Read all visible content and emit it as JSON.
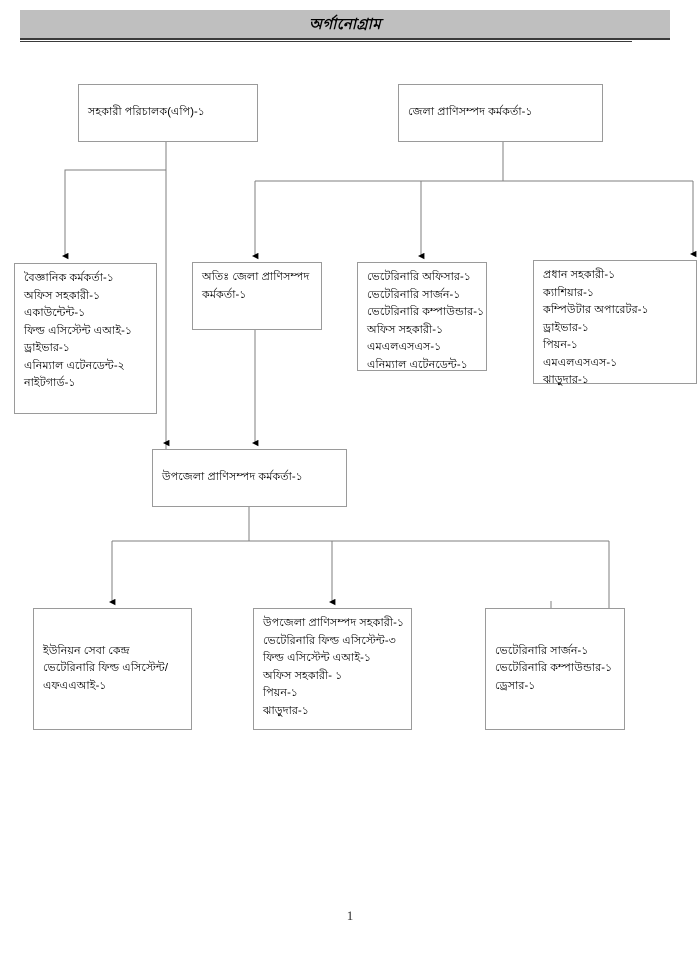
{
  "document": {
    "title": "অর্গানোগ্রাম",
    "page_number": "1"
  },
  "colors": {
    "title_bar_bg": "#bfbfbf",
    "title_bar_border": "#3a3a3a",
    "box_border": "#9a9a9a",
    "connector": "#7f7f7f",
    "arrow": "#000000",
    "text": "#000000",
    "page_bg": "#ffffff"
  },
  "chart_data": {
    "type": "diagram",
    "title": "অর্গানোগ্রাম",
    "nodes": [
      {
        "id": "assistant-director",
        "lines": [
          "সহকারী পরিচালক(এপি)-১"
        ],
        "level": 0
      },
      {
        "id": "district-officer",
        "lines": [
          "জেলা প্রাণিসম্পদ কর্মকর্তা-১"
        ],
        "level": 0
      },
      {
        "id": "scientific-staff",
        "lines": [
          "বৈজ্ঞানিক কর্মকর্তা-১",
          "অফিস সহকারী-১",
          "একাউন্টেন্ট-১",
          "ফিল্ড এসিস্টেন্ট এআই-১",
          "ড্রাইভার-১",
          "এনিম্যাল এটেনডেন্ট-২",
          "নাইটগার্ড-১"
        ],
        "level": 1
      },
      {
        "id": "addl-district",
        "lines": [
          "অতিঃ জেলা প্রাণিসম্পদ",
          "কর্মকর্তা-১"
        ],
        "level": 1
      },
      {
        "id": "veterinary-staff",
        "lines": [
          "ভেটেরিনারি অফিসার-১",
          "ভেটেরিনারি সার্জন-১",
          "ভেটেরিনারি কম্পাউন্ডার-১",
          "অফিস সহকারী-১",
          "এমএলএসএস-১",
          "এনিম্যাল এটেনডেন্ট-১"
        ],
        "level": 1
      },
      {
        "id": "admin-staff",
        "lines": [
          "প্রধান সহকারী-১",
          "ক্যাশিয়ার-১",
          "কম্পিউটার অপারেটর-১",
          "ড্রাইভার-১",
          "পিয়ন-১",
          "এমএলএসএস-১",
          "ঝাড়ুদার-১"
        ],
        "level": 1
      },
      {
        "id": "upazila-officer",
        "lines": [
          "উপজেলা প্রাণিসম্পদ কর্মকর্তা-১"
        ],
        "level": 2
      },
      {
        "id": "union-center",
        "lines": [
          "ইউনিয়ন সেবা কেন্দ্র",
          "ভেটেরিনারি ফিল্ড এসিস্টেন্ট/",
          "এফএএআই-১"
        ],
        "level": 3
      },
      {
        "id": "upazila-assistants",
        "lines": [
          "উপজেলা প্রাণিসম্পদ সহকারী-১",
          "ভেটেরিনারি ফিল্ড এসিস্টেন্ট-৩",
          "ফিল্ড এসিস্টেন্ট এআই-১",
          "অফিস সহকারী- ১",
          "পিয়ন-১",
          "ঝাড়ুদার-১"
        ],
        "level": 3
      },
      {
        "id": "veterinary-surgeon",
        "lines": [
          "ভেটেরিনারি সার্জন-১",
          "ভেটেরিনারি কম্পাউন্ডার-১",
          "ড্রেসার-১"
        ],
        "level": 3
      }
    ],
    "edges": [
      {
        "from": "assistant-director",
        "to": "scientific-staff"
      },
      {
        "from": "assistant-director",
        "to": "upazila-officer"
      },
      {
        "from": "district-officer",
        "to": "addl-district"
      },
      {
        "from": "district-officer",
        "to": "veterinary-staff"
      },
      {
        "from": "district-officer",
        "to": "admin-staff"
      },
      {
        "from": "addl-district",
        "to": "upazila-officer"
      },
      {
        "from": "upazila-officer",
        "to": "union-center"
      },
      {
        "from": "upazila-officer",
        "to": "upazila-assistants"
      },
      {
        "from": "upazila-officer",
        "to": "veterinary-surgeon"
      }
    ]
  }
}
